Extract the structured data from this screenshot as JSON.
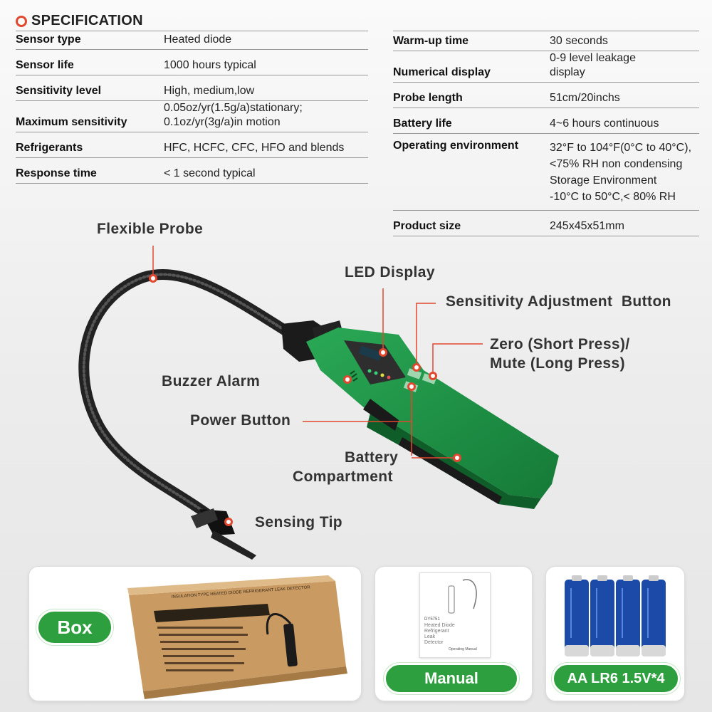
{
  "header": {
    "title": "SPECIFICATION"
  },
  "spec_left": [
    {
      "key": "Sensor type",
      "value": "Heated diode"
    },
    {
      "key": "Sensor life",
      "value": "1000 hours typical"
    },
    {
      "key": "Sensitivity level",
      "value": "High, medium,low"
    },
    {
      "key": "Maximum sensitivity",
      "value": "0.05oz/yr(1.5g/a)stationary;\n0.1oz/yr(3g/a)in motion"
    },
    {
      "key": "Refrigerants",
      "value": "HFC, HCFC, CFC, HFO and blends"
    },
    {
      "key": "Response time",
      "value": "< 1 second typical"
    }
  ],
  "spec_right": [
    {
      "key": "Warm-up time",
      "value": "30 seconds"
    },
    {
      "key": "Numerical display",
      "value": "0-9 level leakage\ndisplay"
    },
    {
      "key": "Probe length",
      "value": "51cm/20inchs"
    },
    {
      "key": "Battery life",
      "value": "4~6 hours continuous"
    },
    {
      "key": "Operating environment",
      "value": "32°F to 104°F(0°C to 40°C),\n<75% RH non condensing\nStorage Environment\n-10°C to 50°C,< 80% RH"
    },
    {
      "key": "Product size",
      "value": "245x45x51mm"
    }
  ],
  "callouts": {
    "flexible_probe": "Flexible Probe",
    "led_display": "LED Display",
    "sensitivity_button": "Sensitivity Adjustment  Button",
    "zero_mute_1": "Zero (Short Press)/",
    "zero_mute_2": "Mute (Long Press)",
    "buzzer_alarm": "Buzzer Alarm",
    "power_button": "Power Button",
    "battery_1": "Battery",
    "battery_2": "Compartment",
    "sensing_tip": "Sensing Tip"
  },
  "package": {
    "box_label": "Box",
    "manual_label": "Manual",
    "battery_label": "AA LR6 1.5V*4",
    "box_print_top": "INSULATION TYPE HEATED DIODE REFRIGERANT LEAK DETECTOR",
    "manual_model": "DY5751",
    "manual_title": "Heated Diode\nRefrigerant\nLeak\nDetector",
    "manual_sub": "Operating Manual"
  },
  "colors": {
    "accent": "#e2472f",
    "device_green": "#1f8f45",
    "pill_green": "#2e9f3e"
  }
}
